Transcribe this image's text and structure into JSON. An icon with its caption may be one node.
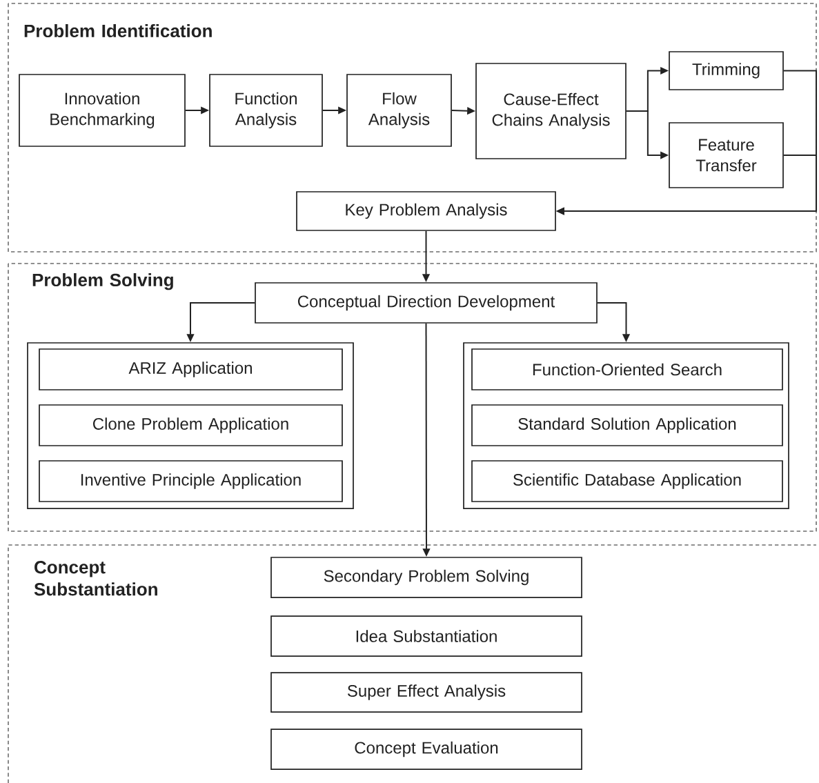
{
  "diagram": {
    "nodes": [
      {
        "text": [
          "Problem Identification"
        ]
      },
      {
        "text": [
          "Innovation Benchmarking"
        ],
        "in": 0
      },
      {
        "text": [
          "Function Analysis"
        ],
        "in": 0
      },
      {
        "text": [
          "Flow Analysis"
        ],
        "in": 0
      },
      {
        "text": [
          "Cause-Effect Chains Analysis"
        ],
        "in": 0
      },
      {
        "text": [
          "Trimming"
        ],
        "in": 0
      },
      {
        "text": [
          "Feature Transfer"
        ],
        "in": 0
      },
      {
        "text": [
          "Key Problem Analysis"
        ],
        "in": 0
      },
      {
        "text": [
          "Problem Solving"
        ]
      },
      {
        "text": [
          "Conceptual Direction Development"
        ],
        "in": 8
      },
      {
        "text": [],
        "shape": "box",
        "in": 8
      },
      {
        "text": [
          "ARIZ Application"
        ],
        "in": 10
      },
      {
        "text": [
          "Clone Problem Application"
        ],
        "in": 10
      },
      {
        "text": [
          "Inventive Principle Application"
        ],
        "in": 10
      },
      {
        "text": [],
        "shape": "box",
        "in": 8
      },
      {
        "text": [
          "Function-Oriented Search"
        ],
        "in": 14
      },
      {
        "text": [
          "Standard Solution Application"
        ],
        "in": 14
      },
      {
        "text": [
          "Scientific Database Application"
        ],
        "in": 14
      },
      {
        "text": [
          "Concept Substantiation"
        ]
      },
      {
        "text": [
          "Secondary Problem Solving"
        ],
        "in": 18
      },
      {
        "text": [
          "Idea Substantiation"
        ],
        "in": 18
      },
      {
        "text": [
          "Super Effect Analysis"
        ],
        "in": 18
      },
      {
        "text": [
          "Concept Evaluation"
        ],
        "in": 18
      }
    ],
    "edges": [
      {
        "from": 1,
        "to": 2,
        "arrow": "to"
      },
      {
        "from": 2,
        "to": 3,
        "arrow": "to"
      },
      {
        "from": 3,
        "to": 4,
        "arrow": "to"
      },
      {
        "from": 4,
        "to": 5,
        "arrow": "to"
      },
      {
        "from": 4,
        "to": 6,
        "arrow": "to"
      },
      {
        "from": 5,
        "to": 7,
        "arrow": "to"
      },
      {
        "from": 6,
        "to": 7,
        "arrow": "to"
      },
      {
        "from": 7,
        "to": 9,
        "arrow": "to"
      },
      {
        "from": 9,
        "to": 10,
        "arrow": "to"
      },
      {
        "from": 9,
        "to": 14,
        "arrow": "to"
      },
      {
        "from": 9,
        "to": 19,
        "arrow": "to"
      }
    ]
  }
}
